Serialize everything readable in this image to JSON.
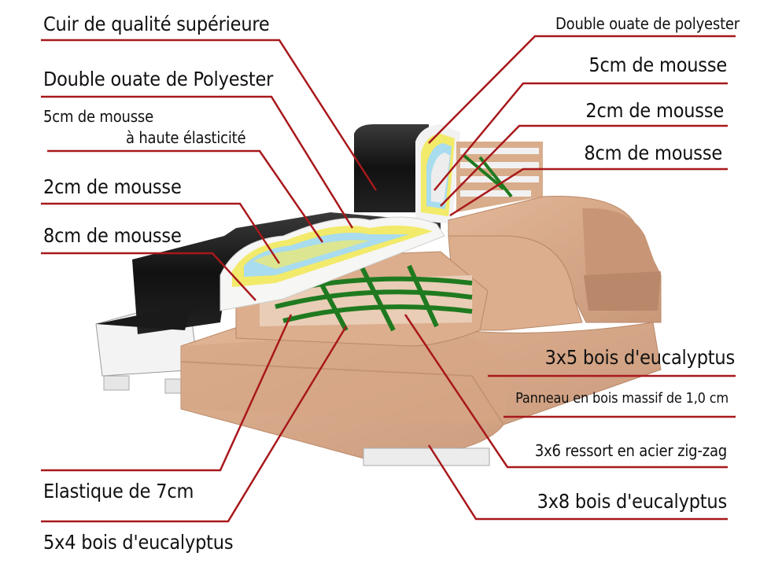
{
  "left_labels": {
    "leather": "Cuir de qualité supérieure",
    "double_batting": "Double ouate de Polyester",
    "foam_5cm_line1": "5cm de mousse",
    "foam_5cm_line2": "à haute élasticité",
    "foam_2cm": "2cm de mousse",
    "foam_8cm": "8cm de mousse",
    "elastic": "Elastique de 7cm",
    "eucalyptus_5x4": "5x4 bois d'eucalyptus"
  },
  "right_labels": {
    "double_batting": "Double ouate de polyester",
    "foam_5cm": "5cm de mousse",
    "foam_2cm": "2cm de mousse",
    "foam_8cm": "8cm de mousse",
    "eucalyptus_3x5": "3x5 bois d'eucalyptus",
    "solid_panel": "Panneau en bois massif de 1,0 cm",
    "zigzag_spring": "3x6 ressort en acier zig-zag",
    "eucalyptus_3x8": "3x8 bois d'eucalyptus"
  },
  "colors": {
    "leader_line": "#a8181c",
    "leather": "#141414",
    "wood": "#d8a887",
    "wood_shadow": "#b98868",
    "foam_white": "#f6f6f4",
    "foam_yellow": "#f2ea6a",
    "foam_blue": "#a8dcee",
    "spring_green": "#1f7a1f"
  }
}
